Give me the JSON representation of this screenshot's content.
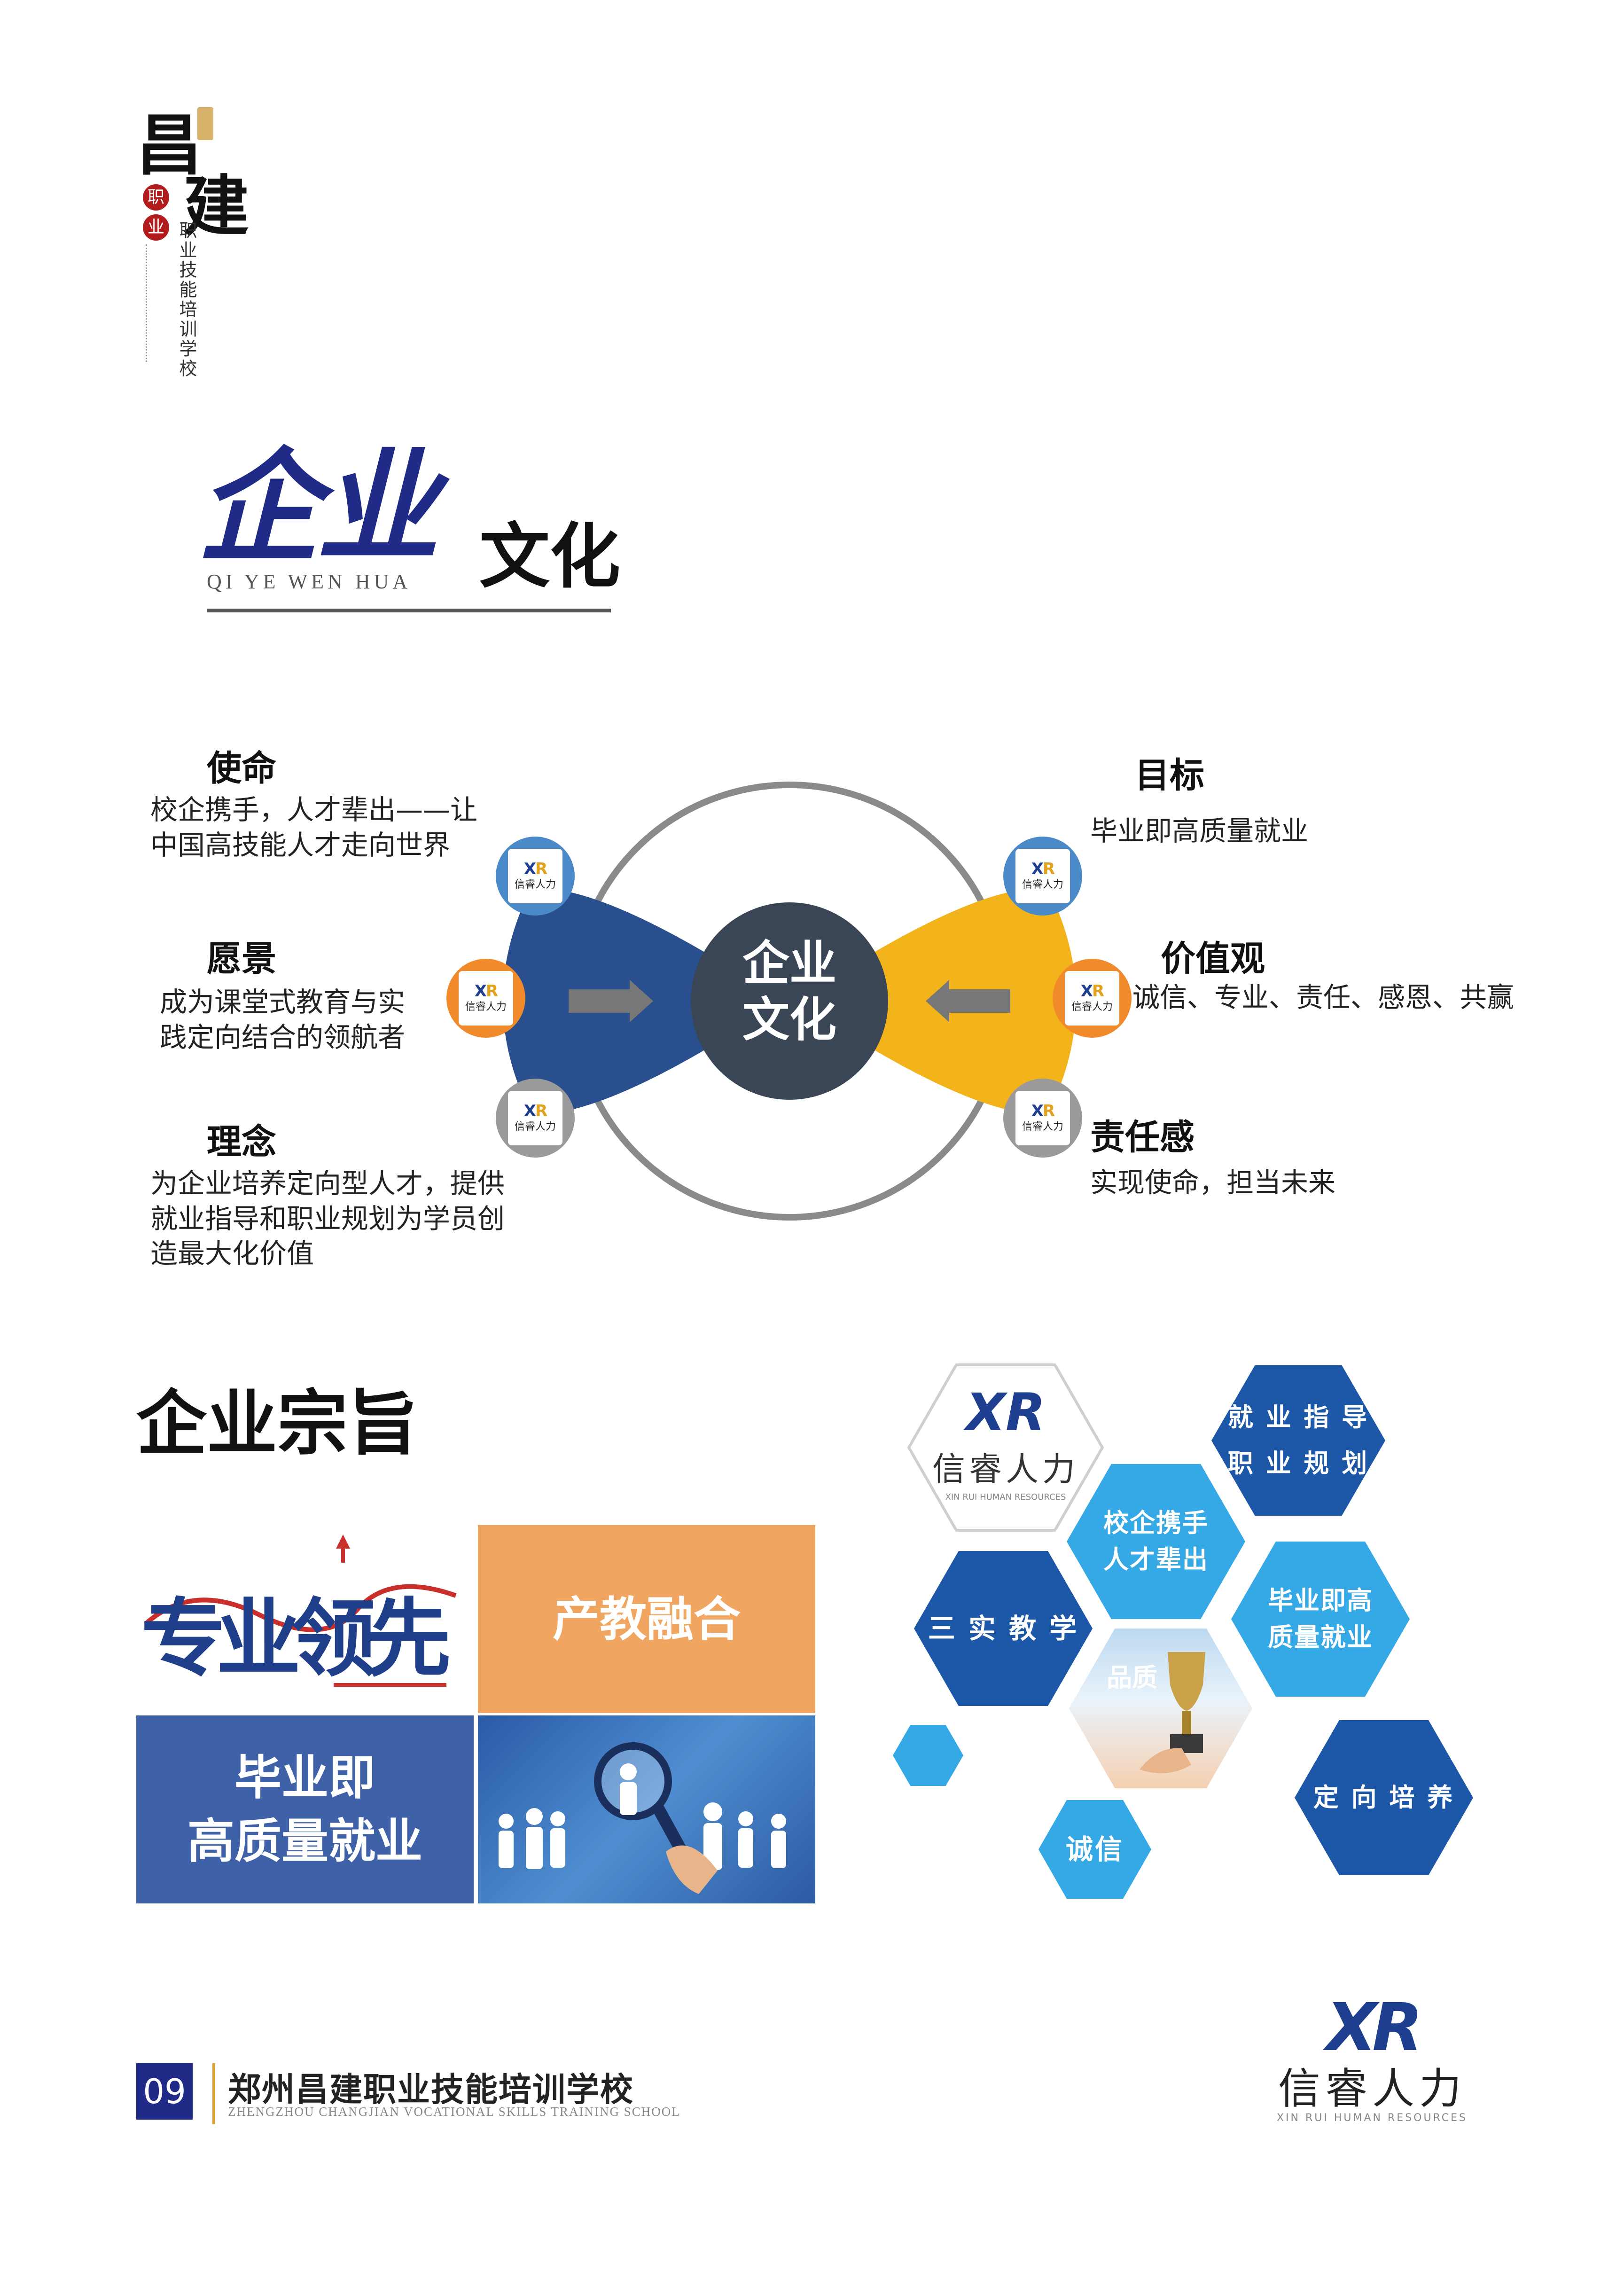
{
  "logo": {
    "big1": "昌",
    "big2": "建",
    "seal1": "职",
    "seal2": "业",
    "vertical": "职业技能培训学校"
  },
  "section_culture": {
    "title_calli": "企业",
    "title_bold": "文化",
    "pinyin": "QI YE WEN HUA"
  },
  "culture": {
    "center_line1": "企业",
    "center_line2": "文化",
    "mission": {
      "head": "使命",
      "text1": "校企携手，人才辈出——让",
      "text2": "中国高技能人才走向世界"
    },
    "vision": {
      "head": "愿景",
      "text1": "成为课堂式教育与实",
      "text2": "践定向结合的领航者"
    },
    "idea": {
      "head": "理念",
      "text1": "为企业培养定向型人才，提供",
      "text2": "就业指导和职业规划为学员创",
      "text3": "造最大化价值"
    },
    "goal": {
      "head": "目标",
      "text1": "毕业即高质量就业"
    },
    "values": {
      "head": "价值观",
      "text1": "诚信、专业、责任、感恩、共赢"
    },
    "responsibility": {
      "head": "责任感",
      "text1": "实现使命，担当未来"
    },
    "badge_mark": "X",
    "badge_mark2": "R",
    "badge_text": "信睿人力",
    "colors": {
      "blue": "#2a4f8f",
      "yellow": "#f2b31b",
      "center": "#3a4556",
      "ring": "#8a8a8a",
      "orange": "#f08a2a"
    }
  },
  "section_purpose": {
    "title": "企业宗旨",
    "tile_top_left": "专业领先",
    "tile_top_right": "产教融合",
    "tile_bottom_left_1": "毕业即",
    "tile_bottom_left_2": "高质量就业",
    "colors": {
      "orange": "#f0a560",
      "blue": "#3f61a8",
      "deep_blue": "#2c5aa3"
    }
  },
  "hexes": {
    "brand_mark": "XR",
    "brand_name": "信睿人力",
    "brand_sub": "XIN RUI HUMAN RESOURCES",
    "h1_line1": "就 业 指 导",
    "h1_line2": "职 业 规 划",
    "h2_line1": "校企携手",
    "h2_line2": "人才辈出",
    "h3": "三 实 教 学",
    "h4_line1": "毕业即高",
    "h4_line2": "质量就业",
    "h5": "品质",
    "h6": "定 向 培 养",
    "h7": "诚信",
    "colors": {
      "dark": "#1d58a8",
      "light": "#35a9e6"
    }
  },
  "footer": {
    "page_number": "09",
    "school_name": "郑州昌建职业技能培训学校",
    "school_name_en": "ZHENGZHOU CHANGJIAN VOCATIONAL SKILLS TRAINING SCHOOL",
    "brand_mark": "XR",
    "brand_name": "信睿人力",
    "brand_sub": "XIN RUI HUMAN RESOURCES"
  }
}
